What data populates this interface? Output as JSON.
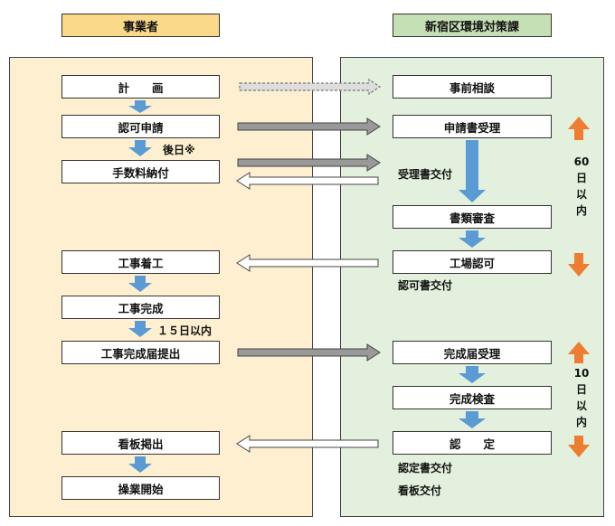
{
  "headers": {
    "left": "事業者",
    "right": "新宿区環境対策課"
  },
  "left_steps": [
    "計　　画",
    "認可申請",
    "手数料納付",
    "工事着工",
    "工事完成",
    "工事完成届提出",
    "看板掲出",
    "操業開始"
  ],
  "right_steps": [
    "事前相談",
    "申請書受理",
    "書類審査",
    "工場認可",
    "完成届受理",
    "完成検査",
    "認　　定"
  ],
  "labels": {
    "later": "後日※",
    "receipt_issued": "受理書交付",
    "permit_issued": "認可書交付",
    "within_15": "１５日以内",
    "cert_issued": "認定書交付",
    "sign_issued": "看板交付"
  },
  "durations": {
    "first": {
      "number": "60",
      "chars": [
        "日",
        "以",
        "内"
      ]
    },
    "second": {
      "number": "10",
      "chars": [
        "日",
        "以",
        "内"
      ]
    }
  },
  "colors": {
    "flow_arrow": "#5b9bd5",
    "duration_arrow": "#ed7d31",
    "send_arrow": "#999999"
  }
}
